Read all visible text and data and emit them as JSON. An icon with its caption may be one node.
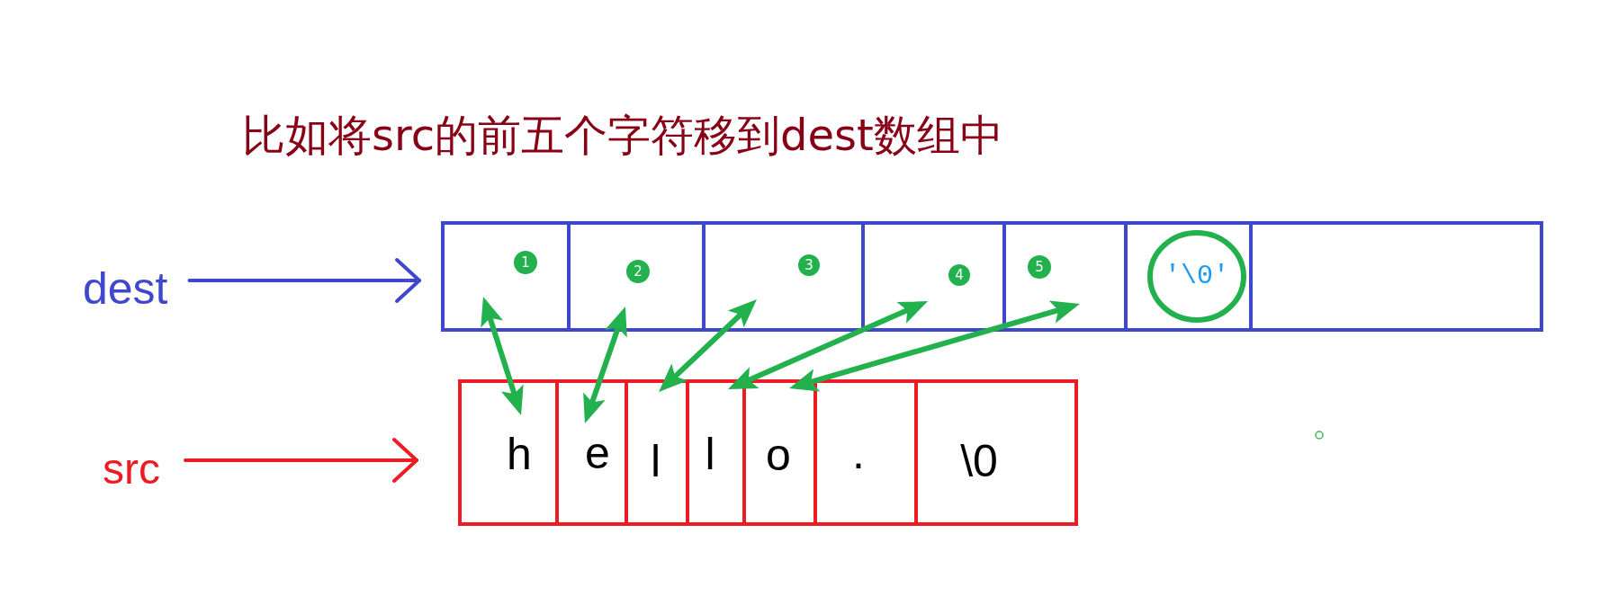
{
  "diagram": {
    "title": "比如将src的前五个字符移到dest数组中",
    "nodes": [
      {
        "text": [
          "dest"
        ]
      },
      {
        "text": [],
        "shape": "box"
      },
      {
        "text": [
          "1"
        ],
        "in": 1
      },
      {
        "text": [],
        "shape": "box"
      },
      {
        "text": [
          "2"
        ],
        "in": 3
      },
      {
        "text": [],
        "shape": "box"
      },
      {
        "text": [
          "3"
        ],
        "in": 5
      },
      {
        "text": [],
        "shape": "box"
      },
      {
        "text": [
          "4"
        ],
        "in": 7
      },
      {
        "text": [],
        "shape": "box"
      },
      {
        "text": [
          "5"
        ],
        "in": 9
      },
      {
        "text": [],
        "shape": "box"
      },
      {
        "text": [
          "'\\0'"
        ],
        "in": 11
      },
      {
        "text": [],
        "shape": "box"
      },
      {
        "text": [
          "src"
        ]
      },
      {
        "text": [
          "h"
        ]
      },
      {
        "text": [
          "e"
        ]
      },
      {
        "text": [
          "l"
        ]
      },
      {
        "text": [
          "l"
        ]
      },
      {
        "text": [
          "o"
        ]
      },
      {
        "text": [
          "."
        ]
      },
      {
        "text": [
          "\\0"
        ]
      }
    ],
    "edges": [
      {
        "from": 0,
        "to": 1,
        "arrow": "to",
        "color": "#3f48cc"
      },
      {
        "from": 14,
        "to": 15,
        "arrow": "to",
        "color": "#ed1c24"
      },
      {
        "from": 15,
        "to": 1,
        "arrow": "both"
      },
      {
        "from": 16,
        "to": 3,
        "arrow": "both"
      },
      {
        "from": 17,
        "to": 5,
        "arrow": "both"
      },
      {
        "from": 18,
        "to": 7,
        "arrow": "both"
      },
      {
        "from": 19,
        "to": 9,
        "arrow": "both"
      }
    ]
  }
}
